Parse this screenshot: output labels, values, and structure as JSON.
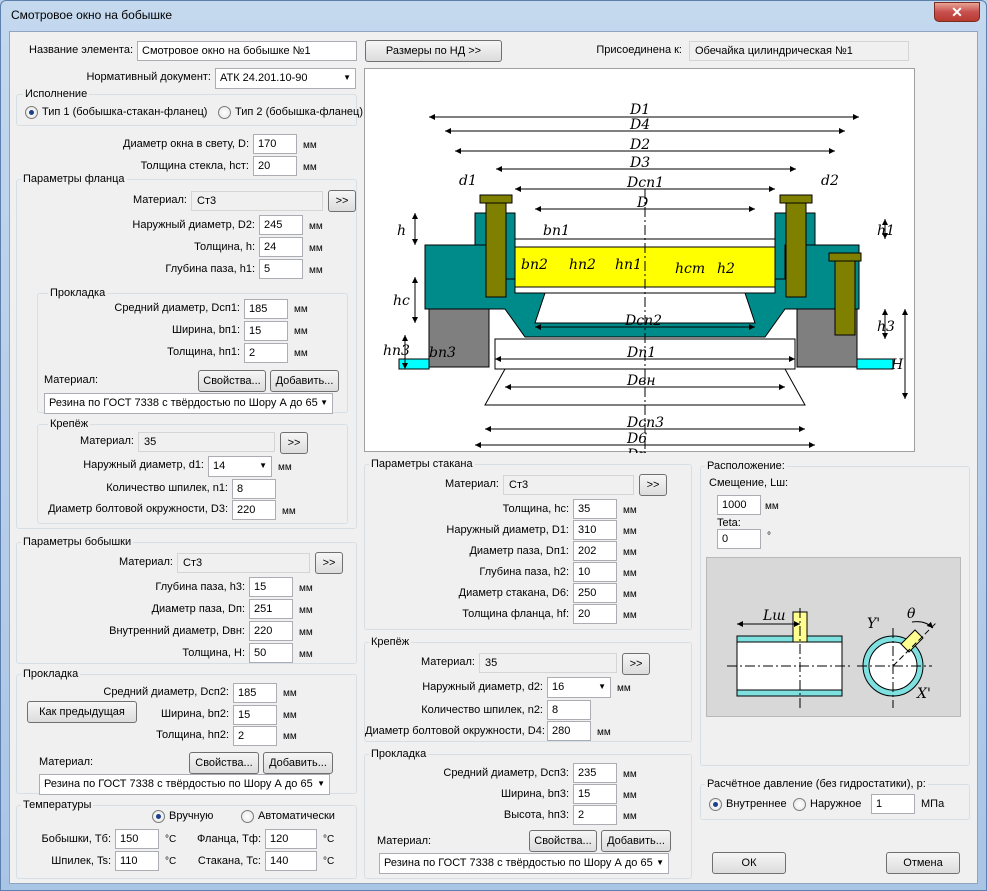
{
  "window": {
    "title": "Смотровое окно на бобышке",
    "close": "✕"
  },
  "top": {
    "name_label": "Название элемента:",
    "name_value": "Смотровое окно на бобышке №1",
    "nd_button": "Размеры по НД >>",
    "attached_label": "Присоединена к:",
    "attached_value": "Обечайка цилиндрическая №1",
    "doc_label": "Нормативный документ:",
    "doc_value": "АТК 24.201.10-90"
  },
  "execution": {
    "title": "Исполнение",
    "type1": "Тип 1 (бобышка-стакан-фланец)",
    "type2": "Тип 2 (бобышка-фланец)"
  },
  "window_params": {
    "D_label": "Диаметр окна в свету, D:",
    "D_value": "170",
    "hct_label": "Толщина стекла, hст:",
    "hct_value": "20"
  },
  "flange": {
    "title": "Параметры фланца",
    "material_label": "Материал:",
    "material_value": "Ст3",
    "more": ">>",
    "D2_label": "Наружный диаметр, D2:",
    "D2_value": "245",
    "h_label": "Толщина, h:",
    "h_value": "24",
    "h1_label": "Глубина паза, h1:",
    "h1_value": "5"
  },
  "gasket1": {
    "title": "Прокладка",
    "dcp_label": "Средний диаметр, Dсп1:",
    "dcp_value": "185",
    "bn_label": "Ширина, bп1:",
    "bn_value": "15",
    "hn_label": "Толщина, hп1:",
    "hn_value": "2",
    "material_label": "Материал:",
    "props": "Свойства...",
    "add": "Добавить...",
    "material_value": "Резина по ГОСТ 7338 с твёрдостью по Шору А до 65"
  },
  "fastener1": {
    "title": "Крепёж",
    "material_label": "Материал:",
    "material_value": "35",
    "more": ">>",
    "d1_label": "Наружный диаметр, d1:",
    "d1_value": "14",
    "n1_label": "Количество шпилек, n1:",
    "n1_value": "8",
    "D3_label": "Диаметр болтовой окружности, D3:",
    "D3_value": "220"
  },
  "boss": {
    "title": "Параметры бобышки",
    "material_label": "Материал:",
    "material_value": "Ст3",
    "more": ">>",
    "h3_label": "Глубина паза, h3:",
    "h3_value": "15",
    "Dn_label": "Диаметр паза, Dп:",
    "Dn_value": "251",
    "Dvn_label": "Внутренний диаметр, Dвн:",
    "Dvn_value": "220",
    "H_label": "Толщина, H:",
    "H_value": "50"
  },
  "gasket2": {
    "title": "Прокладка",
    "dcp_label": "Средний диаметр, Dсп2:",
    "dcp_value": "185",
    "same_button": "Как предыдущая",
    "bn_label": "Ширина, bп2:",
    "bn_value": "15",
    "hn_label": "Толщина, hп2:",
    "hn_value": "2",
    "material_label": "Материал:",
    "props": "Свойства...",
    "add": "Добавить...",
    "material_value": "Резина по ГОСТ 7338 с твёрдостью по Шору А до 65"
  },
  "temps": {
    "title": "Температуры",
    "manual": "Вручную",
    "auto": "Автоматически",
    "tb_label": "Бобышки, Тб:",
    "tb_value": "150",
    "tf_label": "Фланца, Тф:",
    "tf_value": "120",
    "ts_label": "Шпилек, Ts:",
    "ts_value": "110",
    "tc_label": "Стакана, Тс:",
    "tc_value": "140"
  },
  "glass": {
    "title": "Параметры стакана",
    "material_label": "Материал:",
    "material_value": "Ст3",
    "more": ">>",
    "hc_label": "Толщина, hc:",
    "hc_value": "35",
    "D1_label": "Наружный диаметр, D1:",
    "D1_value": "310",
    "Dn1_label": "Диаметр паза, Dп1:",
    "Dn1_value": "202",
    "h2_label": "Глубина паза, h2:",
    "h2_value": "10",
    "D6_label": "Диаметр стакана, D6:",
    "D6_value": "250",
    "hf_label": "Толщина фланца, hf:",
    "hf_value": "20"
  },
  "fastener2": {
    "title": "Крепёж",
    "material_label": "Материал:",
    "material_value": "35",
    "more": ">>",
    "d2_label": "Наружный диаметр, d2:",
    "d2_value": "16",
    "n2_label": "Количество шпилек, n2:",
    "n2_value": "8",
    "D4_label": "Диаметр болтовой окружности, D4:",
    "D4_value": "280"
  },
  "gasket3": {
    "title": "Прокладка",
    "dcp_label": "Средний диаметр, Dсп3:",
    "dcp_value": "235",
    "bn_label": "Ширина, bп3:",
    "bn_value": "15",
    "hn_label": "Высота, hп3:",
    "hn_value": "2",
    "material_label": "Материал:",
    "props": "Свойства...",
    "add": "Добавить...",
    "material_value": "Резина по ГОСТ 7338 с твёрдостью по Шору А до 65"
  },
  "location": {
    "title": "Расположение:",
    "shift_label": "Смещение, Lш:",
    "shift_value": "1000",
    "shift_unit": "мм",
    "teta_label": "Teta:",
    "teta_value": "0",
    "teta_unit": "°"
  },
  "pressure": {
    "title": "Расчётное давление (без гидростатики), р:",
    "inner": "Внутреннее",
    "outer": "Наружное",
    "value": "1",
    "unit": "МПа"
  },
  "actions": {
    "ok": "ОК",
    "cancel": "Отмена"
  },
  "units": {
    "mm": "мм",
    "degC": "°C"
  },
  "drawing_labels": {
    "D1": "D1",
    "D4": "D4",
    "D2": "D2",
    "D3": "D3",
    "Dcn1": "Dсп1",
    "D": "D",
    "d1": "d1",
    "d2": "d2",
    "h": "h",
    "h1": "h1",
    "bn1": "bп1",
    "bn2": "bп2",
    "hn2": "hп2",
    "hn1": "hп1",
    "hcm": "hст",
    "h2": "h2",
    "hc": "hс",
    "Dcn2": "Dсп2",
    "h3": "h3",
    "hn3": "hп3",
    "bn3": "bп3",
    "Dn1": "Dп1",
    "H": "H",
    "Dvn": "Dвн",
    "Dcn3": "Dсп3",
    "D6": "D6",
    "Dn": "Dп"
  },
  "scheme_labels": {
    "Lsh": "Lш",
    "Y": "Y'",
    "X": "X'",
    "theta": "θ"
  },
  "colors": {
    "steel": "#008b8b",
    "glass": "#ffff00",
    "bolt": "#808000",
    "gasket": "#ffffff",
    "boss": "#7f7f7f"
  }
}
